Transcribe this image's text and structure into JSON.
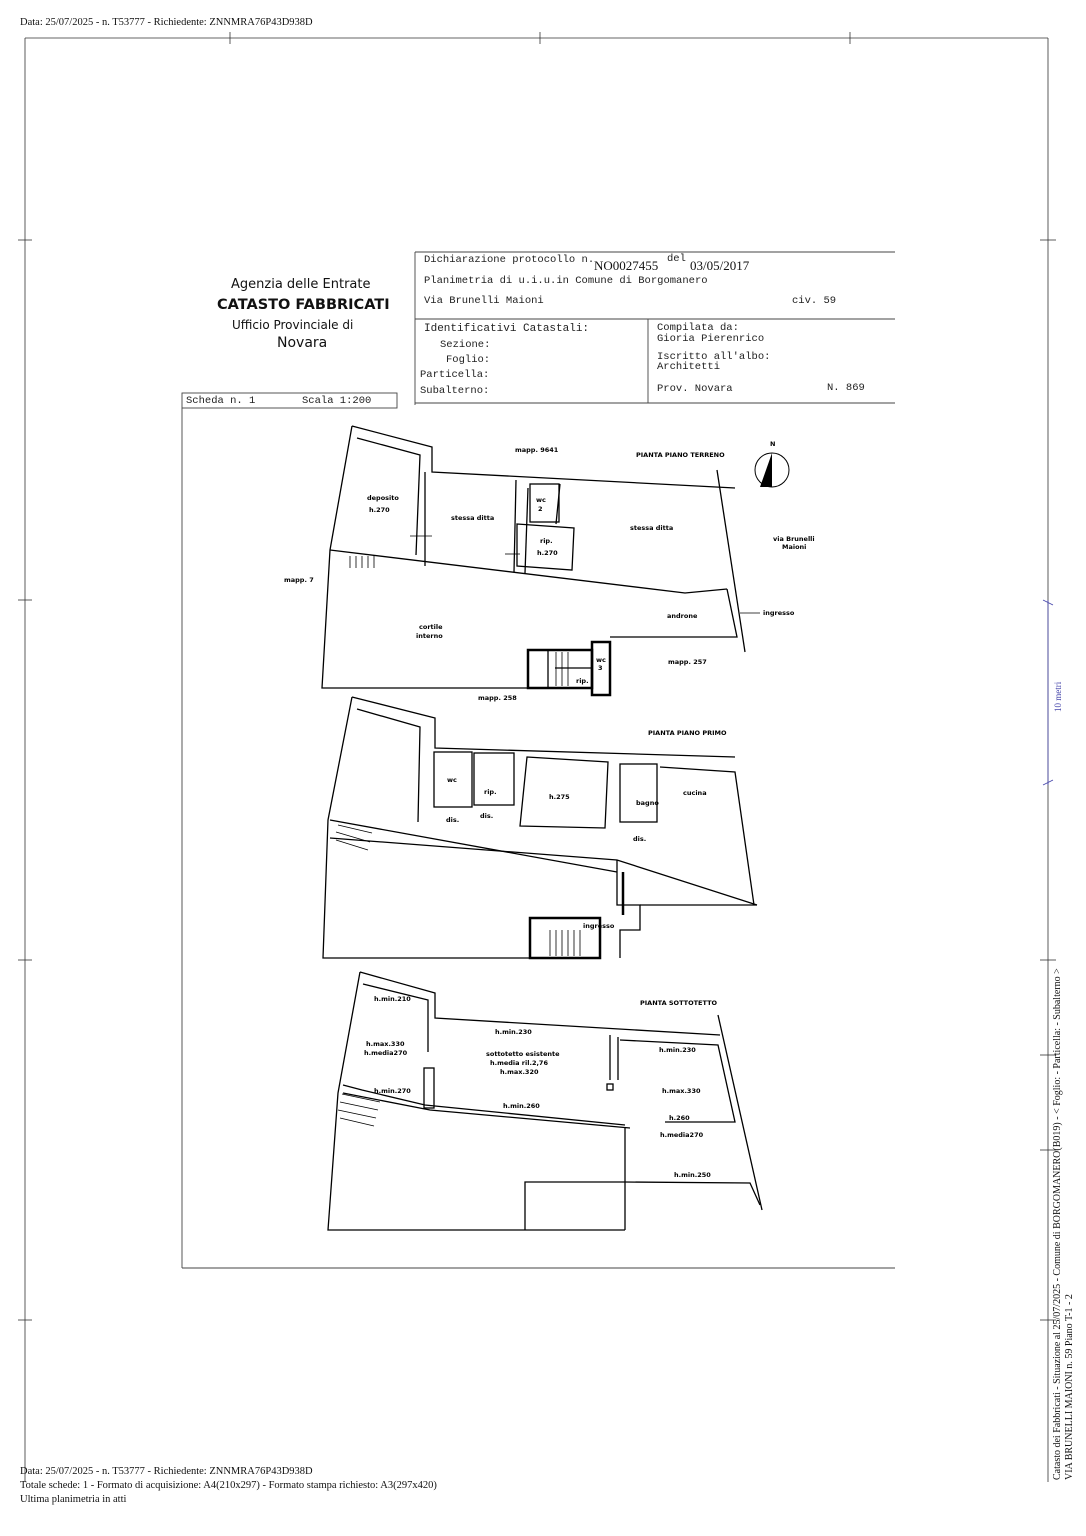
{
  "header_line": "Data: 25/07/2025 - n. T53777 - Richiedente: ZNNMRA76P43D938D",
  "agency": {
    "line1": "Agenzia delle Entrate",
    "line2": "CATASTO FABBRICATI",
    "line3": "Ufficio Provinciale di",
    "line4": "Novara"
  },
  "scheda": {
    "label": "Scheda n. 1",
    "scale": "Scala 1:200"
  },
  "declaration": {
    "prefix": "Dichiarazione protocollo n.",
    "number": "NO0027455",
    "del_label": "del",
    "date": "03/05/2017",
    "planimetria": "Planimetria di u.i.u.in Comune di Borgomanero",
    "address": "Via Brunelli Maioni",
    "civ": "civ. 59"
  },
  "identificativi": {
    "title": "Identificativi Catastali:",
    "sezione": "Sezione:",
    "foglio": "Foglio:",
    "particella": "Particella:",
    "subalterno": "Subalterno:"
  },
  "compilata": {
    "label": "Compilata da:",
    "name": "Gioria Pierenrico",
    "albo_label": "Iscritto all'albo:",
    "albo": "Architetti",
    "prov": "Prov. Novara",
    "number": "N. 869"
  },
  "plans": {
    "ground": {
      "title": "PIANTA PIANO TERRENO",
      "north": "N",
      "labels": [
        "mapp. 9641",
        "deposito",
        "h.270",
        "stessa ditta",
        "wc",
        "2",
        "rip.",
        "h.270",
        "stessa ditta",
        "via Brunelli",
        "Maioni",
        "mapp. 7",
        "cortile",
        "interno",
        "androne",
        "ingresso",
        "wc",
        "3",
        "rip.",
        "mapp. 257",
        "mapp. 258"
      ]
    },
    "first": {
      "title": "PIANTA PIANO PRIMO",
      "labels": [
        "wc",
        "rip.",
        "h.275",
        "bagno",
        "cucina",
        "dis.",
        "dis.",
        "dis.",
        "ingresso"
      ]
    },
    "attic": {
      "title": "PIANTA SOTTOTETTO",
      "labels": [
        "h.min.210",
        "h.max.330",
        "h.media270",
        "h.min.270",
        "h.min.230",
        "sottotetto esistente",
        "h.media ril.2,76",
        "h.max.320",
        "h.min.260",
        "h.min.230",
        "h.max.330",
        "h.260",
        "h.media270",
        "h.min.250"
      ]
    }
  },
  "scale_bar": "10 metri",
  "side_text": {
    "line1": "Catasto dei Fabbricati - Situazione al 25/07/2025 - Comune di BORGOMANERO(B019) - < Foglio: - Particella: - Subalterno >",
    "line2": "VIA BRUNELLI MAIONI n. 59 Piano T-1 - 2"
  },
  "footer": {
    "line1": "Data: 25/07/2025 - n. T53777 - Richiedente: ZNNMRA76P43D938D",
    "line2": "Totale schede: 1 - Formato di acquisizione: A4(210x297)  - Formato stampa richiesto: A3(297x420)",
    "line3": "Ultima planimetria in atti"
  }
}
